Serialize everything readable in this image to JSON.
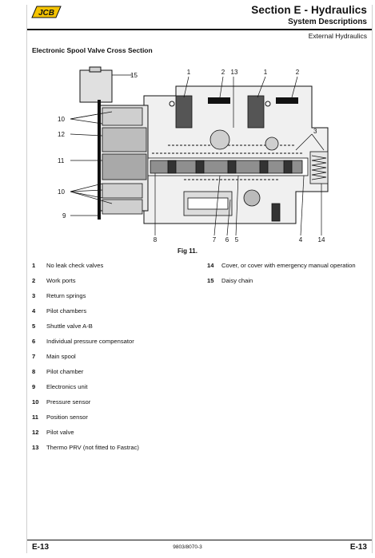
{
  "header": {
    "logo_text": "JCB",
    "section_title": "Section E - Hydraulics",
    "section_subtitle": "System Descriptions",
    "sub_section": "External Hydraulics"
  },
  "heading": "Electronic Spool Valve Cross Section",
  "figure": {
    "caption": "Fig 11.",
    "callouts": [
      "1",
      "2",
      "13",
      "1",
      "2",
      "15",
      "3",
      "10",
      "12",
      "11",
      "10",
      "9",
      "8",
      "7",
      "6",
      "5",
      "4",
      "14"
    ]
  },
  "legend": {
    "left": [
      {
        "num": "1",
        "text": "No leak check valves"
      },
      {
        "num": "2",
        "text": "Work ports"
      },
      {
        "num": "3",
        "text": "Return springs"
      },
      {
        "num": "4",
        "text": "Pilot chambers"
      },
      {
        "num": "5",
        "text": "Shuttle valve A-B"
      },
      {
        "num": "6",
        "text": "Individual pressure compensator"
      },
      {
        "num": "7",
        "text": "Main spool"
      },
      {
        "num": "8",
        "text": "Pilot chamber"
      },
      {
        "num": "9",
        "text": "Electronics unit"
      },
      {
        "num": "10",
        "text": "Pressure sensor"
      },
      {
        "num": "11",
        "text": "Position sensor"
      },
      {
        "num": "12",
        "text": "Pilot valve"
      },
      {
        "num": "13",
        "text": "Thermo PRV (not fitted to Fastrac)"
      }
    ],
    "right": [
      {
        "num": "14",
        "text": "Cover, or cover with emergency manual operation"
      },
      {
        "num": "15",
        "text": "Daisy chain"
      }
    ]
  },
  "footer": {
    "page_left": "E-13",
    "doc_number": "9803/8070-3",
    "page_right": "E-13"
  }
}
